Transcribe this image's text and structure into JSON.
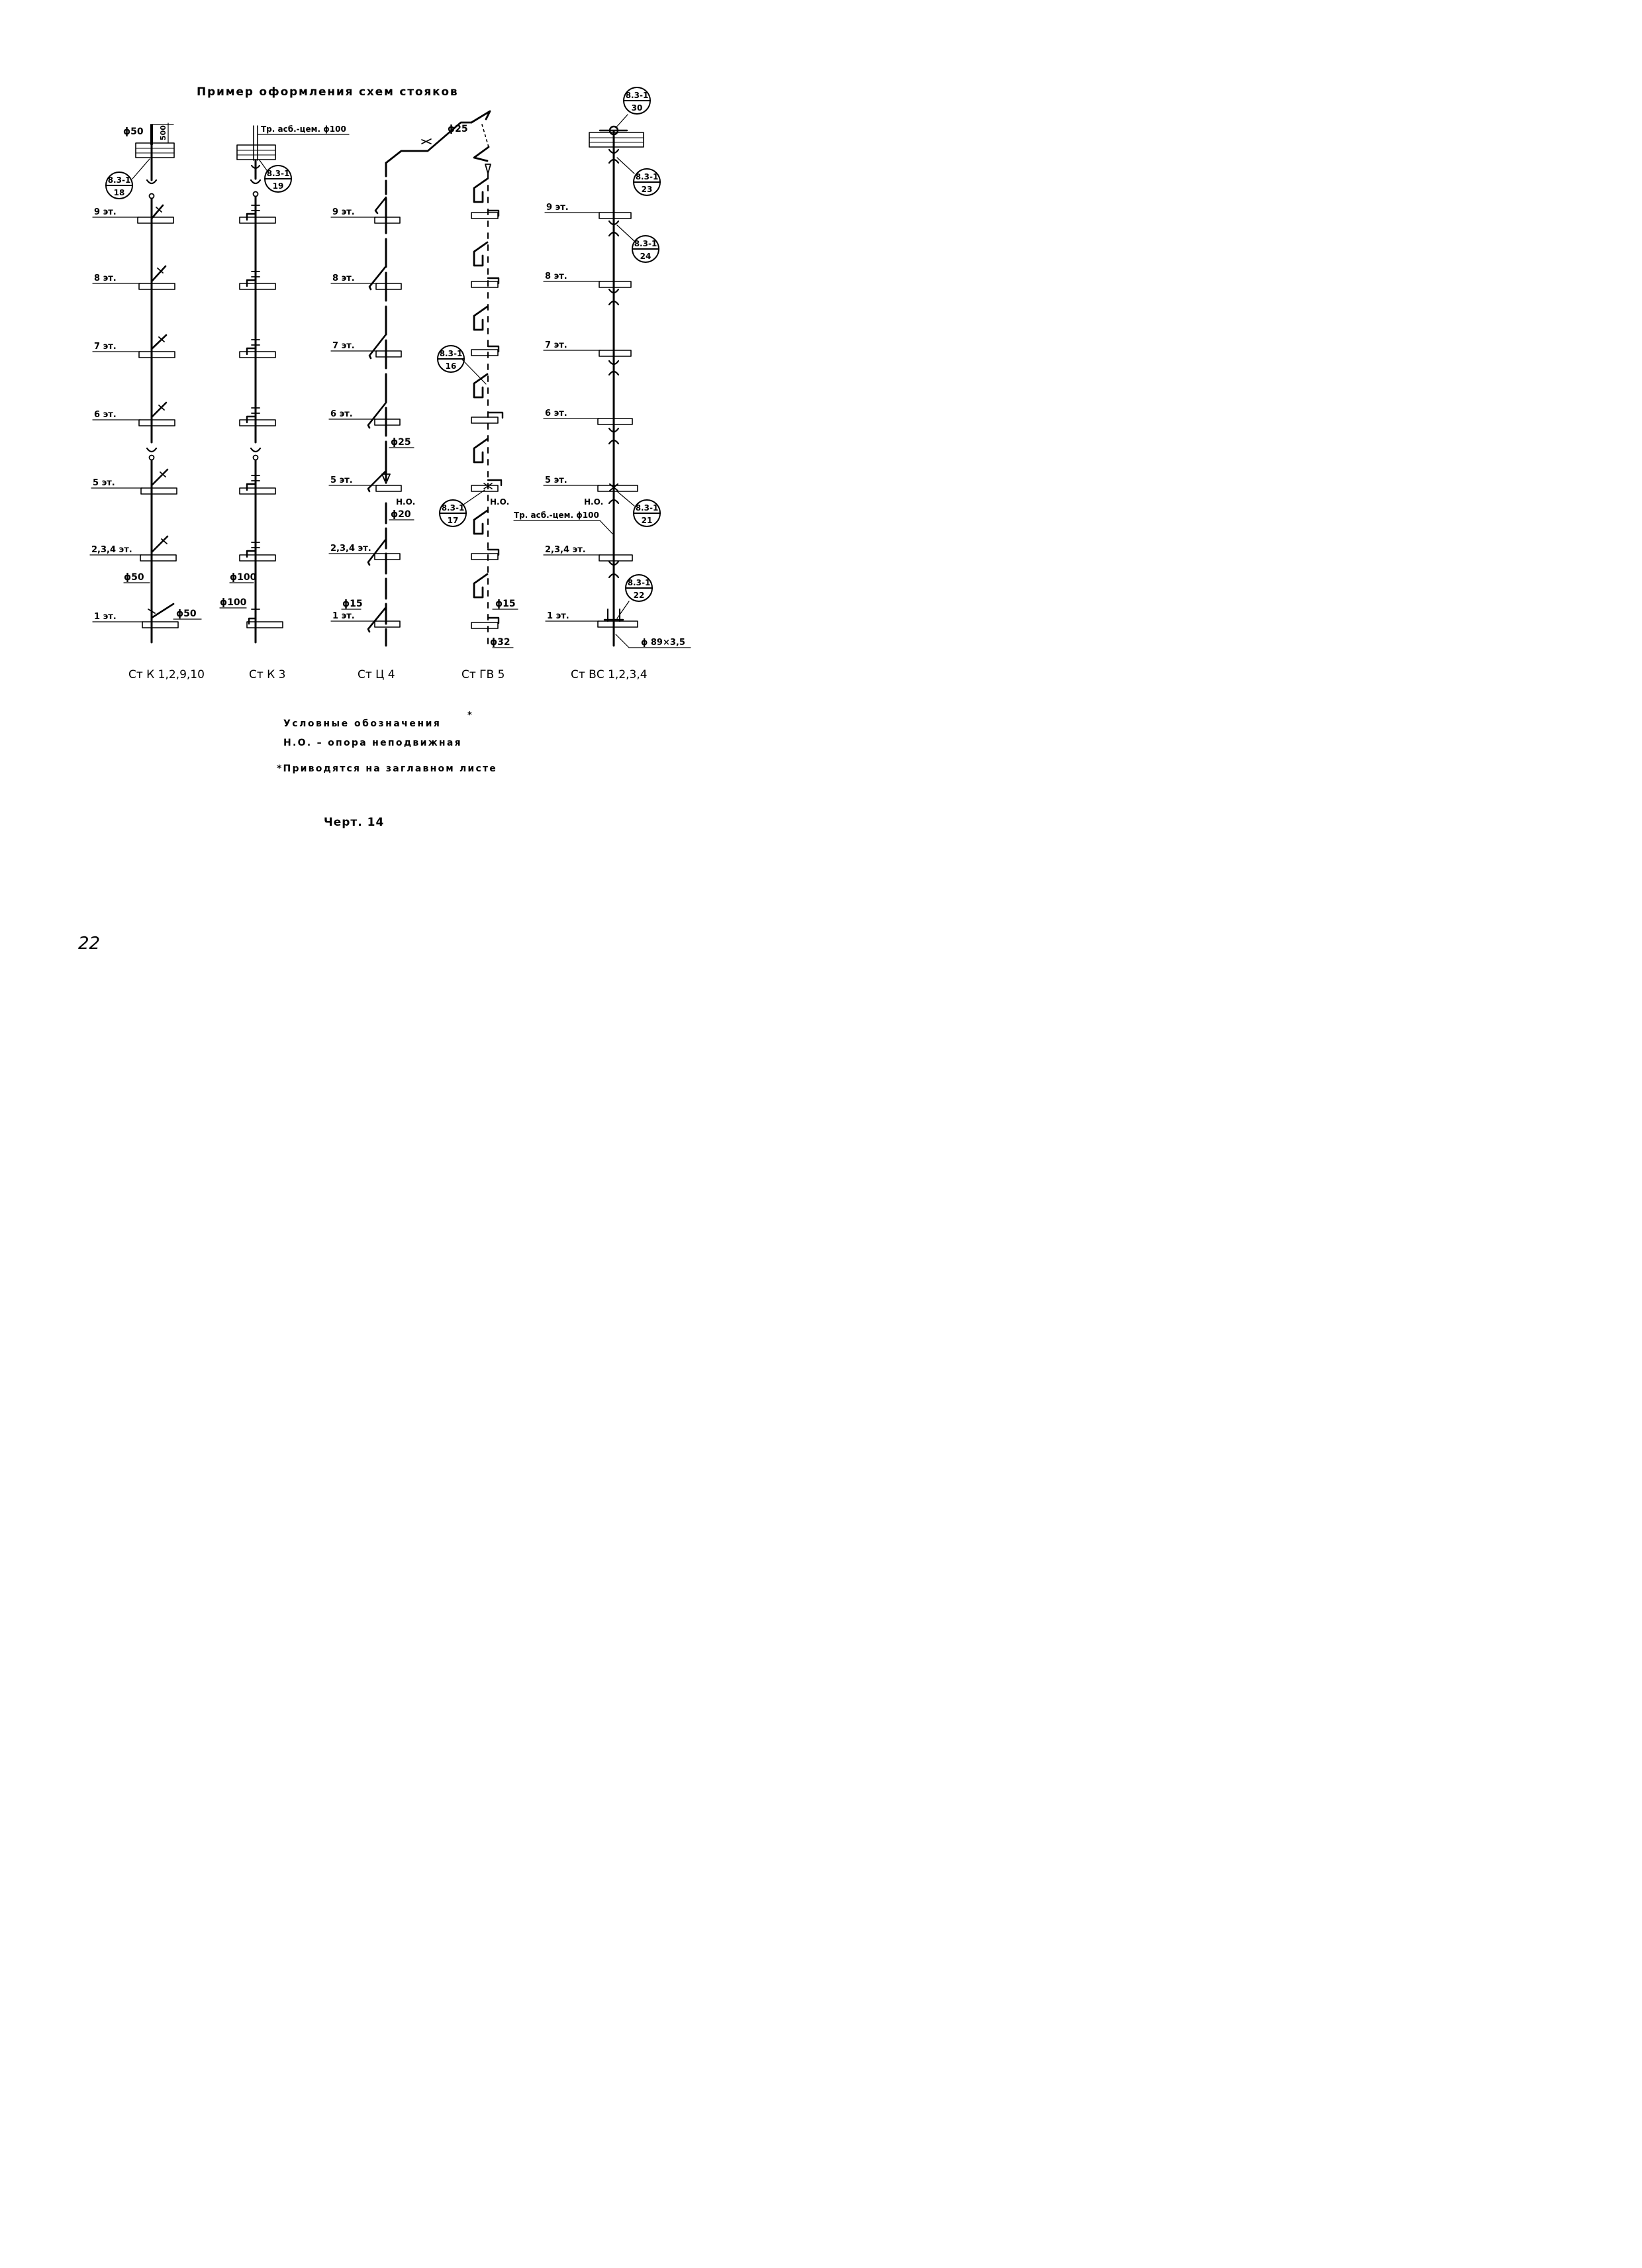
{
  "title": "Пример оформления схем стояков",
  "risers": [
    {
      "name": "Ст К 1,2,9,10",
      "top_diameter": "ϕ50",
      "dimension": "500",
      "callouts": [
        {
          "top": "8.3-1",
          "bottom": "18"
        }
      ],
      "floors": [
        "9 эт.",
        "8 эт.",
        "7 эт.",
        "6 эт.",
        "5 эт.",
        "2,3,4 эт.",
        "1 эт."
      ],
      "pipe_labels": [
        "ϕ50",
        "ϕ50"
      ]
    },
    {
      "name": "Ст К 3",
      "top_label": "Тр. асб.-цем. ϕ100",
      "callouts": [
        {
          "top": "8.3-1",
          "bottom": "19"
        }
      ],
      "pipe_labels": [
        "ϕ100",
        "ϕ100"
      ]
    },
    {
      "name": "Ст Ц 4",
      "top_diameter": "ϕ25",
      "floors": [
        "9 эт.",
        "8 эт.",
        "7 эт.",
        "6 эт.",
        "5 эт.",
        "2,3,4 эт.",
        "1 эт."
      ],
      "pipe_labels": [
        "ϕ25",
        "ϕ20",
        "ϕ15"
      ],
      "support_label": "Н.О."
    },
    {
      "name": "Ст ГВ 5",
      "callouts": [
        {
          "top": "8.3-1",
          "bottom": "16"
        },
        {
          "top": "8.3-1",
          "bottom": "17"
        }
      ],
      "pipe_labels": [
        "ϕ15",
        "ϕ32"
      ],
      "support_label": "Н.О."
    },
    {
      "name": "Ст ВС 1,2,3,4",
      "callouts": [
        {
          "top": "8.3-1",
          "bottom": "30"
        },
        {
          "top": "8.3-1",
          "bottom": "23"
        },
        {
          "top": "8.3-1",
          "bottom": "24"
        },
        {
          "top": "8.3-1",
          "bottom": "21"
        },
        {
          "top": "8.3-1",
          "bottom": "22"
        }
      ],
      "floors": [
        "9 эт.",
        "8 эт.",
        "7 эт.",
        "6 эт.",
        "5 эт.",
        "2,3,4 эт.",
        "1 эт."
      ],
      "support_label": "Н.О.",
      "pipe_label": "Тр. асб.-цем. ϕ100",
      "bottom_label": "ϕ 89×3,5"
    }
  ],
  "legend": {
    "heading": "Условные обозначения",
    "star": "*",
    "item": "Н.О. – опора неподвижная",
    "note": "*Приводятся на заглавном листе"
  },
  "drawing_number": "Черт. 14",
  "page_number": "22"
}
